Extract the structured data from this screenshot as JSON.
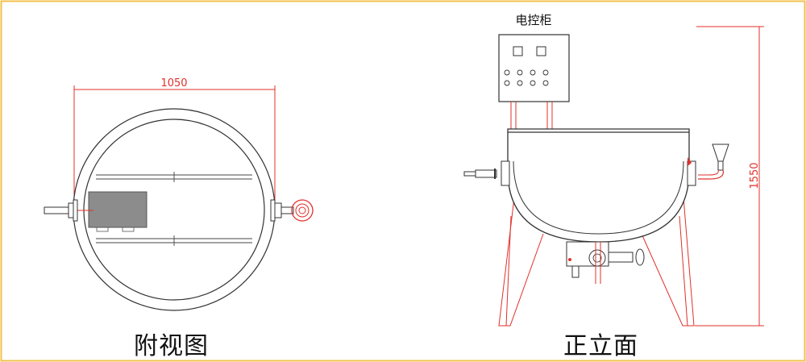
{
  "top_view": {
    "caption": "附视图",
    "width_dimension": "1050"
  },
  "front_view": {
    "caption": "正立面",
    "cabinet_label": "电控柜",
    "height_dimension": "1550"
  },
  "colors": {
    "outline": "#333333",
    "dimension": "#e0302a",
    "border": "#f2c14e",
    "control_box_fill": "#8c8c8c"
  }
}
